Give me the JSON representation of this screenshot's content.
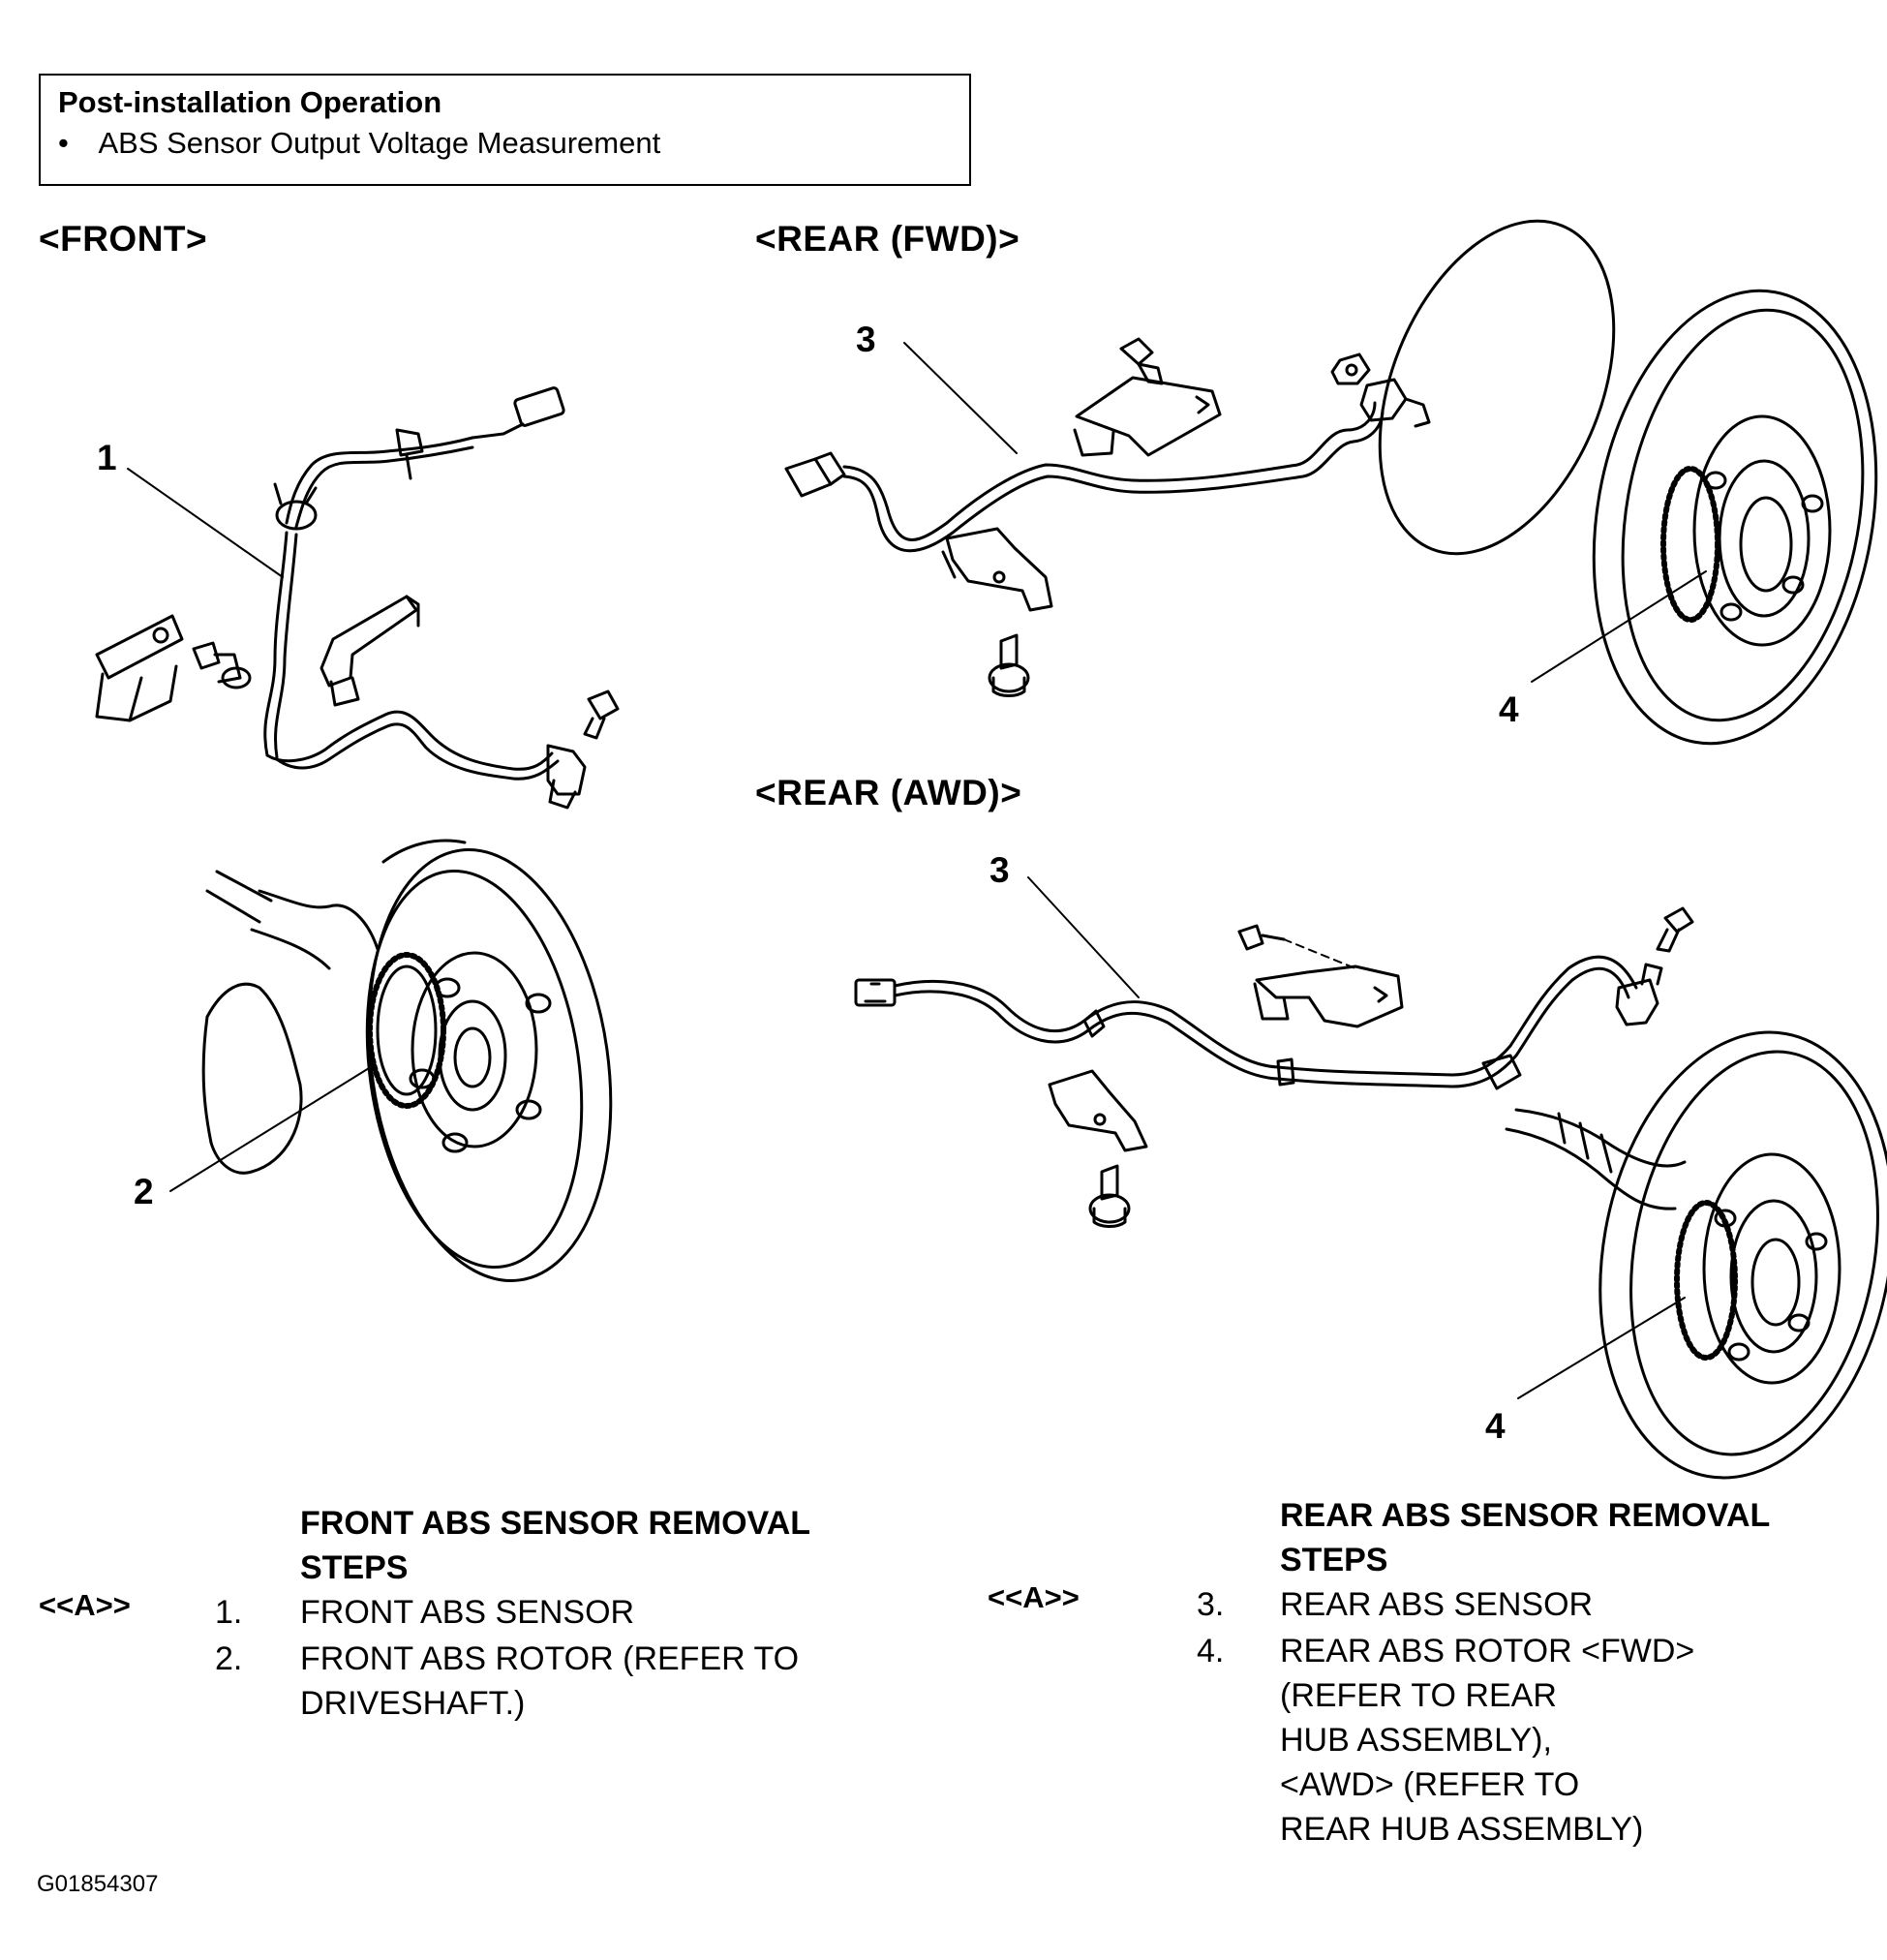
{
  "post_installation": {
    "title": "Post-installation Operation",
    "bullet": "•",
    "item": "ABS Sensor Output Voltage Measurement"
  },
  "views": {
    "front": "<FRONT>",
    "rear_fwd": "<REAR (FWD)>",
    "rear_awd": "<REAR (AWD)>"
  },
  "callouts": {
    "c1": "1",
    "c2": "2",
    "c3_fwd": "3",
    "c4_fwd": "4",
    "c3_awd": "3",
    "c4_awd": "4"
  },
  "front_steps": {
    "title_line1": "FRONT ABS SENSOR REMOVAL",
    "title_line2": "STEPS",
    "marker": "<<A>>",
    "items": [
      {
        "num": "1.",
        "lines": [
          "FRONT ABS SENSOR"
        ]
      },
      {
        "num": "2.",
        "lines": [
          "FRONT ABS ROTOR (REFER TO",
          "DRIVESHAFT.)"
        ]
      }
    ]
  },
  "rear_steps": {
    "title_line1": "REAR ABS SENSOR REMOVAL",
    "title_line2": "STEPS",
    "marker": "<<A>>",
    "items": [
      {
        "num": "3.",
        "lines": [
          "REAR ABS SENSOR"
        ]
      },
      {
        "num": "4.",
        "lines": [
          "REAR ABS ROTOR <FWD>",
          "(REFER TO REAR",
          "HUB ASSEMBLY),",
          "<AWD> (REFER TO",
          "REAR HUB ASSEMBLY)"
        ]
      }
    ]
  },
  "figure_id": "G01854307"
}
